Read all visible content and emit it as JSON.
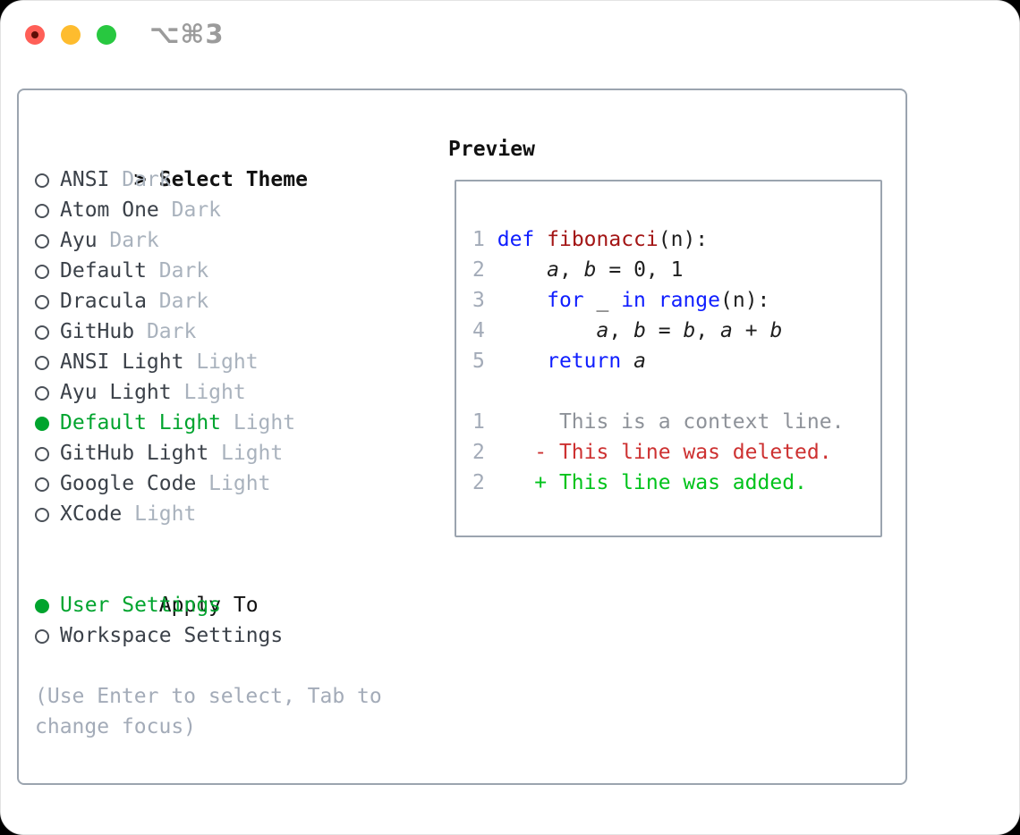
{
  "window": {
    "title_shortcut": "⌥⌘3"
  },
  "panel": {
    "theme_section": {
      "prompt": ">",
      "header": "Select Theme",
      "items": [
        {
          "label": "ANSI",
          "tag": "Dark",
          "selected": false
        },
        {
          "label": "Atom One",
          "tag": "Dark",
          "selected": false
        },
        {
          "label": "Ayu",
          "tag": "Dark",
          "selected": false
        },
        {
          "label": "Default",
          "tag": "Dark",
          "selected": false
        },
        {
          "label": "Dracula",
          "tag": "Dark",
          "selected": false
        },
        {
          "label": "GitHub",
          "tag": "Dark",
          "selected": false
        },
        {
          "label": "ANSI Light",
          "tag": "Light",
          "selected": false
        },
        {
          "label": "Ayu Light",
          "tag": "Light",
          "selected": false
        },
        {
          "label": "Default Light",
          "tag": "Light",
          "selected": true
        },
        {
          "label": "GitHub Light",
          "tag": "Light",
          "selected": false
        },
        {
          "label": "Google Code",
          "tag": "Light",
          "selected": false
        },
        {
          "label": "XCode",
          "tag": "Light",
          "selected": false
        }
      ]
    },
    "apply_section": {
      "header": "Apply To",
      "items": [
        {
          "label": "User Settings",
          "selected": true
        },
        {
          "label": "Workspace Settings",
          "selected": false
        }
      ]
    },
    "help_text": "(Use Enter to select, Tab to change focus)",
    "preview": {
      "header": "Preview",
      "code_lines": [
        {
          "num": "1",
          "segments": [
            {
              "text": "def",
              "style": "kw"
            },
            {
              "text": " ",
              "style": "plain"
            },
            {
              "text": "fibonacci",
              "style": "fn"
            },
            {
              "text": "(n):",
              "style": "plain"
            }
          ]
        },
        {
          "num": "2",
          "segments": [
            {
              "text": "    ",
              "style": "plain"
            },
            {
              "text": "a",
              "style": "vr"
            },
            {
              "text": ", ",
              "style": "plain"
            },
            {
              "text": "b",
              "style": "vr"
            },
            {
              "text": " = 0, 1",
              "style": "plain"
            }
          ]
        },
        {
          "num": "3",
          "segments": [
            {
              "text": "    ",
              "style": "plain"
            },
            {
              "text": "for",
              "style": "kw"
            },
            {
              "text": " _ ",
              "style": "plain"
            },
            {
              "text": "in",
              "style": "kw"
            },
            {
              "text": " ",
              "style": "plain"
            },
            {
              "text": "range",
              "style": "kw"
            },
            {
              "text": "(n):",
              "style": "plain"
            }
          ]
        },
        {
          "num": "4",
          "segments": [
            {
              "text": "        ",
              "style": "plain"
            },
            {
              "text": "a",
              "style": "vr"
            },
            {
              "text": ", ",
              "style": "plain"
            },
            {
              "text": "b",
              "style": "vr"
            },
            {
              "text": " = ",
              "style": "plain"
            },
            {
              "text": "b",
              "style": "vr"
            },
            {
              "text": ", ",
              "style": "plain"
            },
            {
              "text": "a",
              "style": "vr"
            },
            {
              "text": " + ",
              "style": "plain"
            },
            {
              "text": "b",
              "style": "vr"
            }
          ]
        },
        {
          "num": "5",
          "segments": [
            {
              "text": "    ",
              "style": "plain"
            },
            {
              "text": "return",
              "style": "kw"
            },
            {
              "text": " ",
              "style": "plain"
            },
            {
              "text": "a",
              "style": "vr"
            }
          ]
        }
      ],
      "diff_lines": [
        {
          "num": "1",
          "marker": " ",
          "text": "This is a context line.",
          "style": "ctx"
        },
        {
          "num": "2",
          "marker": "-",
          "text": "This line was deleted.",
          "style": "del"
        },
        {
          "num": "2",
          "marker": "+",
          "text": "This line was added.",
          "style": "add"
        }
      ]
    }
  },
  "colors": {
    "accent_green": "#00a42e",
    "added_green": "#00c31b",
    "deleted_red": "#cd3131",
    "keyword_blue": "#0f1eff",
    "function_red": "#a31515",
    "muted_gray": "#a3abb8",
    "tag_gray": "#a9b2bd",
    "item_gray": "#3b4149",
    "context_gray": "#8e9299",
    "border_gray": "#9ba4af",
    "code_black": "#1f1f1f",
    "header_black": "#111111",
    "titlebar_gray": "#9b9b9b",
    "light_red": "#ff5f57",
    "light_yellow": "#febc2e",
    "light_green": "#28c840"
  }
}
